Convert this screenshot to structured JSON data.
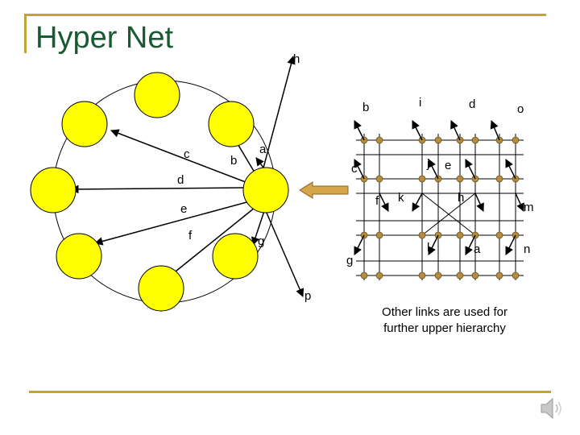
{
  "slide": {
    "title": "Hyper Net",
    "caption_line1": "Other links are used for",
    "caption_line2": "further upper hierarchy"
  },
  "ring": {
    "link_labels": {
      "h": "h",
      "c": "c",
      "b": "b",
      "a": "a",
      "d": "d",
      "e": "e",
      "f": "f",
      "g": "g",
      "p": "p"
    }
  },
  "grid": {
    "link_labels": {
      "b": "b",
      "i": "i",
      "d": "d",
      "o": "o",
      "c": "c",
      "j": "j",
      "e": "e",
      "f": "f",
      "k": "k",
      "h": "h",
      "m": "m",
      "g": "g",
      "l": "l",
      "a": "a",
      "n": "n"
    }
  },
  "colors": {
    "node_fill": "#ffff00",
    "grid_node": "#b38c3e",
    "accent": "#c2a23a",
    "title": "#1a5a33",
    "arrow_fill": "#d4a54a"
  },
  "icons": {
    "speaker": "speaker-icon"
  }
}
